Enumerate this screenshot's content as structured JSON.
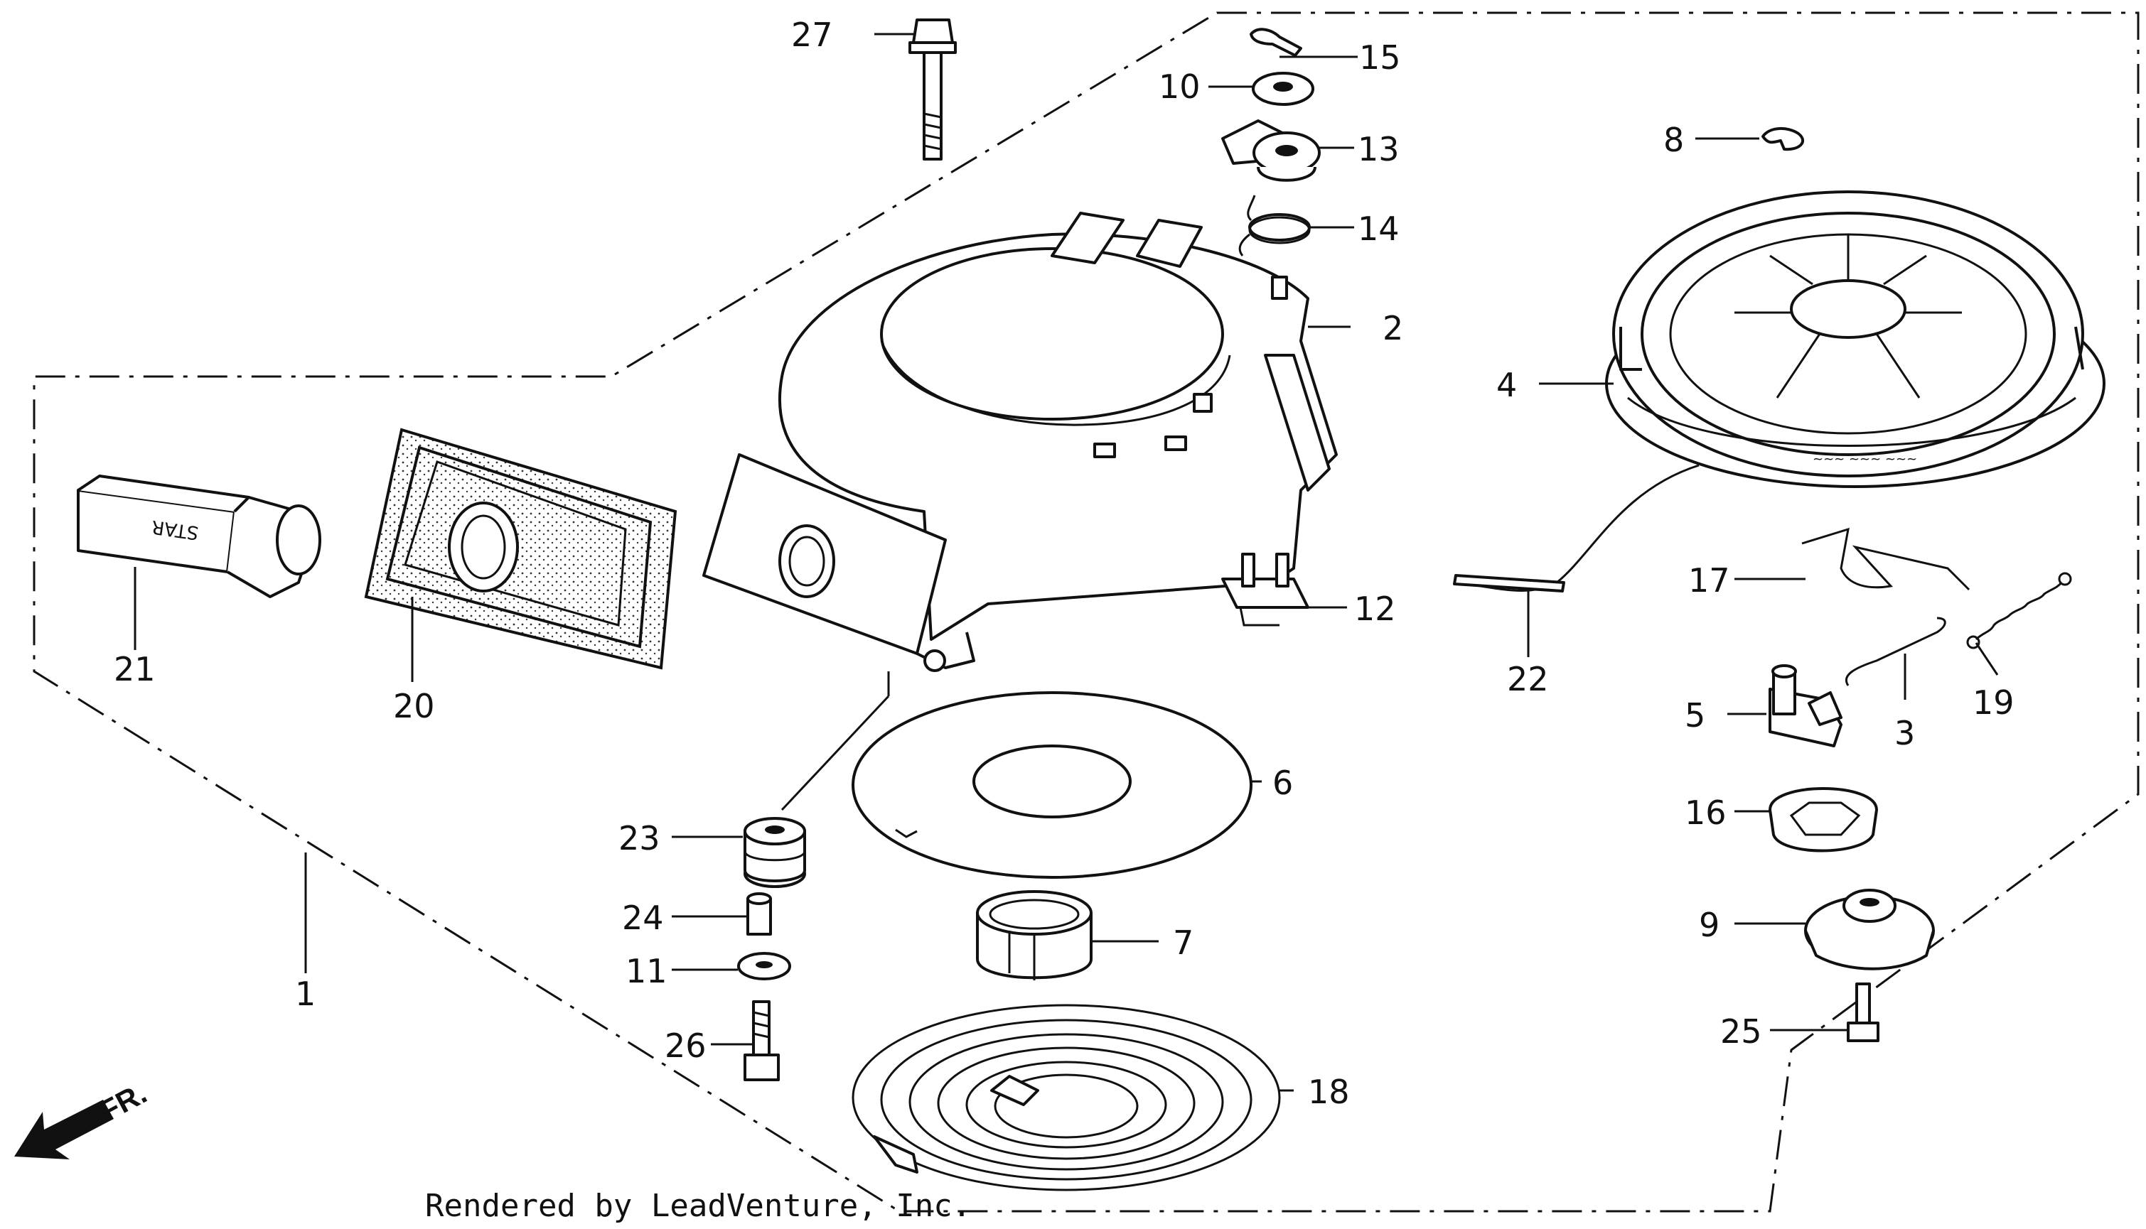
{
  "labels": {
    "p1": "1",
    "p2": "2",
    "p3": "3",
    "p4": "4",
    "p5": "5",
    "p6": "6",
    "p7": "7",
    "p8": "8",
    "p9": "9",
    "p10": "10",
    "p11": "11",
    "p12": "12",
    "p13": "13",
    "p14": "14",
    "p15": "15",
    "p16": "16",
    "p17": "17",
    "p18": "18",
    "p19": "19",
    "p20": "20",
    "p21": "21",
    "p22": "22",
    "p23": "23",
    "p24": "24",
    "p25": "25",
    "p26": "26",
    "p27": "27"
  },
  "direction_marker": "FR.",
  "handle_text": "STAR",
  "footer": "Rendered by LeadVenture, Inc."
}
